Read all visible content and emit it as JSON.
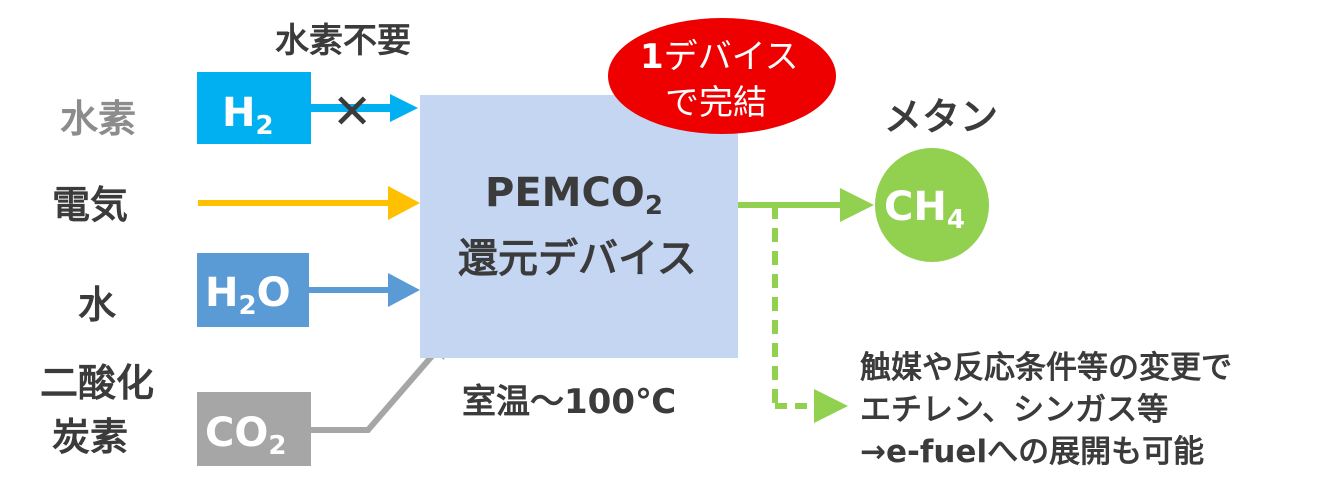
{
  "labels": {
    "h2_not_needed": "水素不要",
    "hydrogen": "水素",
    "electricity": "電気",
    "water": "水",
    "co2_line1": "二酸化",
    "co2_line2": "炭素"
  },
  "formulas": {
    "h2": {
      "main": "H",
      "sub": "2"
    },
    "h2o": {
      "main": "H",
      "sub": "2",
      "tail": "O"
    },
    "co2": {
      "main": "CO",
      "sub": "2"
    },
    "ch4": {
      "main": "CH",
      "sub": "4"
    }
  },
  "device": {
    "line1_main": "PEMCO",
    "line1_sub": "2",
    "line2": "還元デバイス",
    "temperature": "室温～100℃"
  },
  "badge": {
    "line1_num": "1",
    "line1_text": "デバイス",
    "line2": "で完結"
  },
  "output": {
    "methane_label": "メタン",
    "note_line1": "触媒や反応条件等の変更で",
    "note_line2": "エチレン、シンガス等",
    "note_line3": "→e-fuelへの展開も可能"
  },
  "symbols": {
    "cross": "✕"
  },
  "colors": {
    "h2_box": "#00b0f0",
    "h2_arrow": "#00b0f0",
    "electric_arrow": "#ffc000",
    "h2o_box": "#5b9bd5",
    "co2_box": "#a6a6a6",
    "device_box": "#c5d6f2",
    "badge_red": "#ee0000",
    "methane_green": "#92d050"
  }
}
